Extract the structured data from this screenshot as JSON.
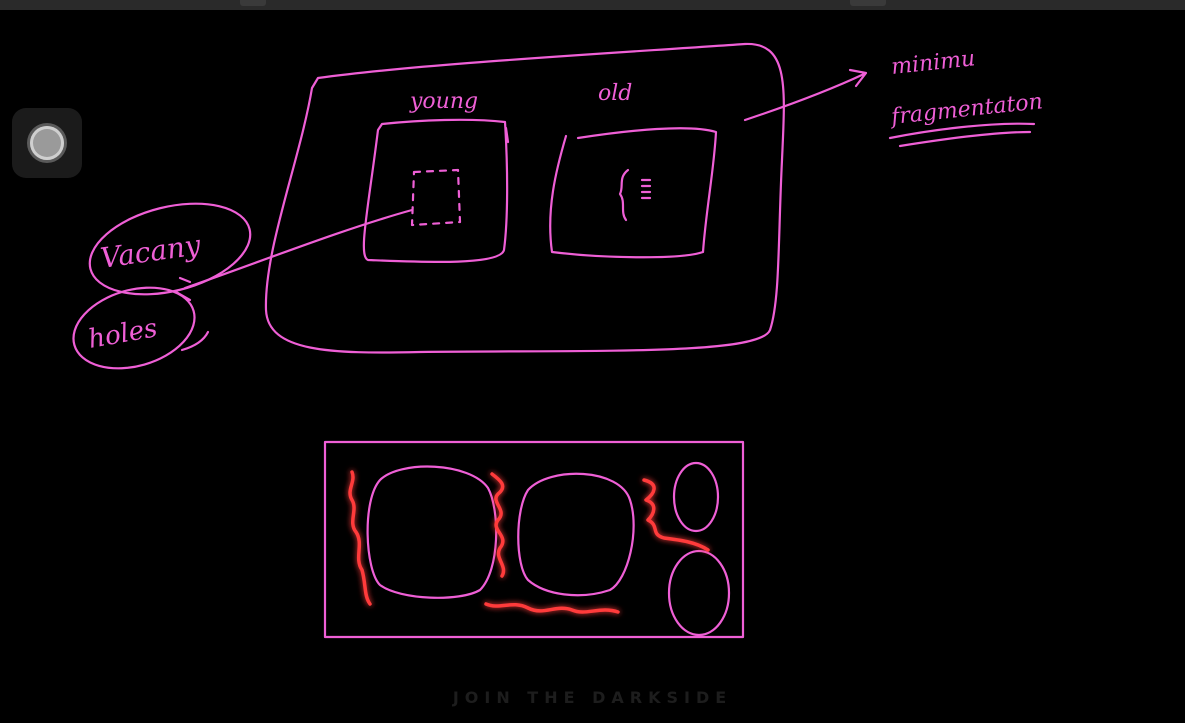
{
  "window": {
    "title": ""
  },
  "colors": {
    "ink": "#ef5fd6",
    "highlight": "#ff2a2a",
    "background": "#000000"
  },
  "annotations": {
    "young": "young",
    "old": "old",
    "vacancy": "Vacany",
    "holes": "holes",
    "minimum": "minimu",
    "fragmentation": "fragmentaton"
  },
  "watermark": "JOIN THE DARKSIDE",
  "controls": {
    "record_icon": "record-icon"
  }
}
